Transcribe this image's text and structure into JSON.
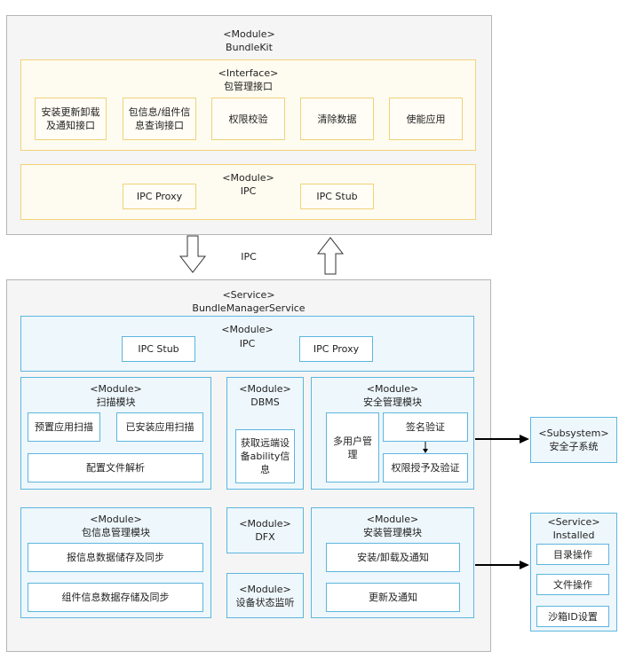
{
  "bundlekit": {
    "stereotype": "<Module>",
    "name": "BundleKit",
    "interface": {
      "stereotype": "<Interface>",
      "name": "包管理接口",
      "items": [
        "安装更新卸载及通知接口",
        "包信息/组件信息查询接口",
        "权限校验",
        "清除数据",
        "使能应用"
      ]
    },
    "ipc": {
      "stereotype": "<Module>",
      "name": "IPC",
      "proxy": "IPC Proxy",
      "stub": "IPC Stub"
    }
  },
  "ipc_label": "IPC",
  "service": {
    "stereotype": "<Service>",
    "name": "BundleManagerService",
    "ipc": {
      "stereotype": "<Module>",
      "name": "IPC",
      "stub": "IPC Stub",
      "proxy": "IPC Proxy"
    },
    "scan": {
      "stereotype": "<Module>",
      "name": "扫描模块",
      "preinstalled": "预置应用扫描",
      "installed": "已安装应用扫描",
      "config": "配置文件解析"
    },
    "dbms": {
      "stereotype": "<Module>",
      "name": "DBMS",
      "item": "获取远端设备ability信息"
    },
    "security": {
      "stereotype": "<Module>",
      "name": "安全管理模块",
      "multiuser": "多用户管理",
      "signature": "签名验证",
      "permission": "权限授予及验证"
    },
    "bundleinfo": {
      "stereotype": "<Module>",
      "name": "包信息管理模块",
      "item1": "报信息数据储存及同步",
      "item2": "组件信息数据存储及同步"
    },
    "dfx": {
      "stereotype": "<Module>",
      "name": "DFX"
    },
    "devstatus": {
      "stereotype": "<Module>",
      "name": "设备状态监听"
    },
    "install": {
      "stereotype": "<Module>",
      "name": "安装管理模块",
      "item1": "安装/卸载及通知",
      "item2": "更新及通知"
    }
  },
  "subsystem": {
    "stereotype": "<Subsystem>",
    "name": "安全子系统"
  },
  "installed": {
    "stereotype": "<Service>",
    "name": "Installed",
    "items": [
      "目录操作",
      "文件操作",
      "沙箱ID设置"
    ]
  }
}
